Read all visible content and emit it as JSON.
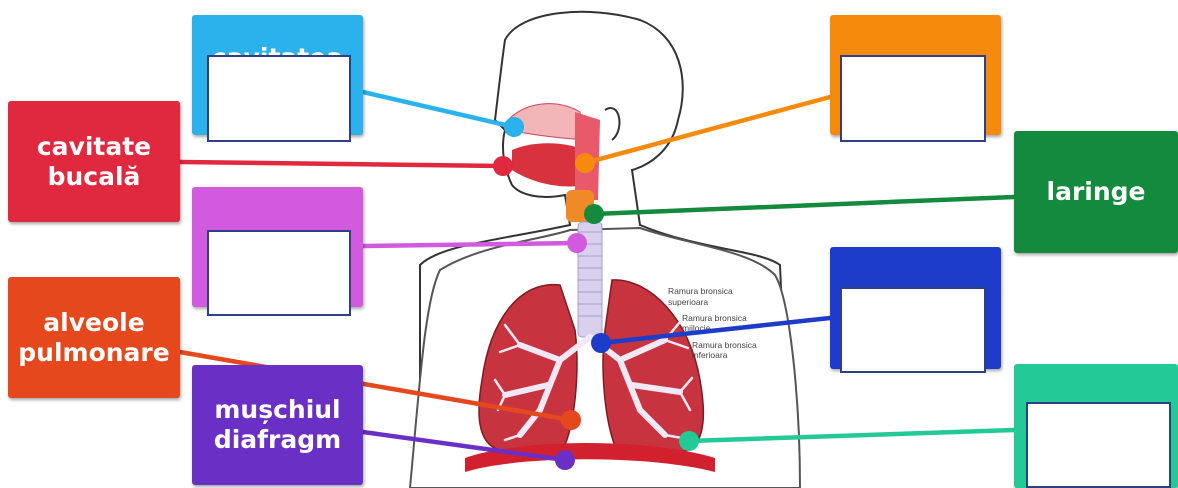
{
  "labels": {
    "cavitatea": "cavitatea",
    "cavitate_bucala": "cavitate\nbucală",
    "laringe": "laringe",
    "alveole": "alveole\npulmonare",
    "muschiul": "mușchiul\ndiafragm"
  },
  "bronchi_labels": {
    "upper_1": "Ramura bronsica",
    "upper_2": "superioara",
    "middle_1": "Ramura bronsica",
    "middle_2": "mijlocie",
    "lower_1": "Ramura bronsica",
    "lower_2": "inferioara"
  },
  "colors": {
    "sky": "#2bb2ec",
    "red": "#e0283f",
    "magenta": "#d25ade",
    "orange_red": "#e5481c",
    "purple": "#6a2fc4",
    "orange": "#f58a0d",
    "green": "#138a3d",
    "blue": "#1d3cc9",
    "teal": "#23c996",
    "drop_border": "#2e3f86"
  }
}
